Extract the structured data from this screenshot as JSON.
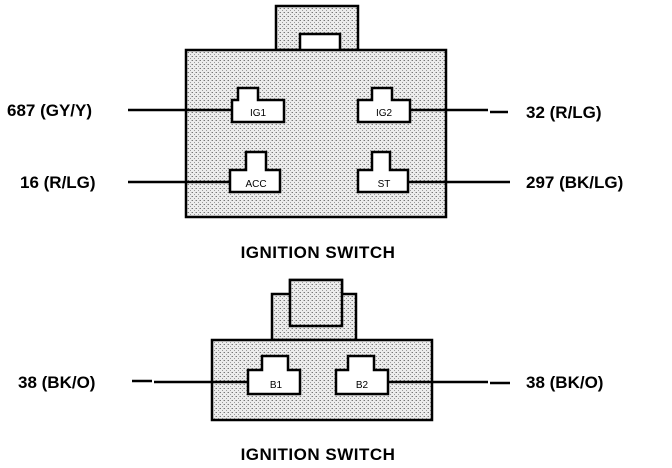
{
  "top_connector": {
    "caption": "IGNITION SWITCH",
    "pins": [
      {
        "label": "IG1",
        "wire": "687 (GY/Y)"
      },
      {
        "label": "IG2",
        "wire": "32 (R/LG)"
      },
      {
        "label": "ACC",
        "wire": "16 (R/LG)"
      },
      {
        "label": "ST",
        "wire": "297 (BK/LG)"
      }
    ]
  },
  "bottom_connector": {
    "caption": "IGNITION SWITCH",
    "pins": [
      {
        "label": "B1",
        "wire": "38 (BK/O)"
      },
      {
        "label": "B2",
        "wire": "38 (BK/O)"
      }
    ]
  }
}
